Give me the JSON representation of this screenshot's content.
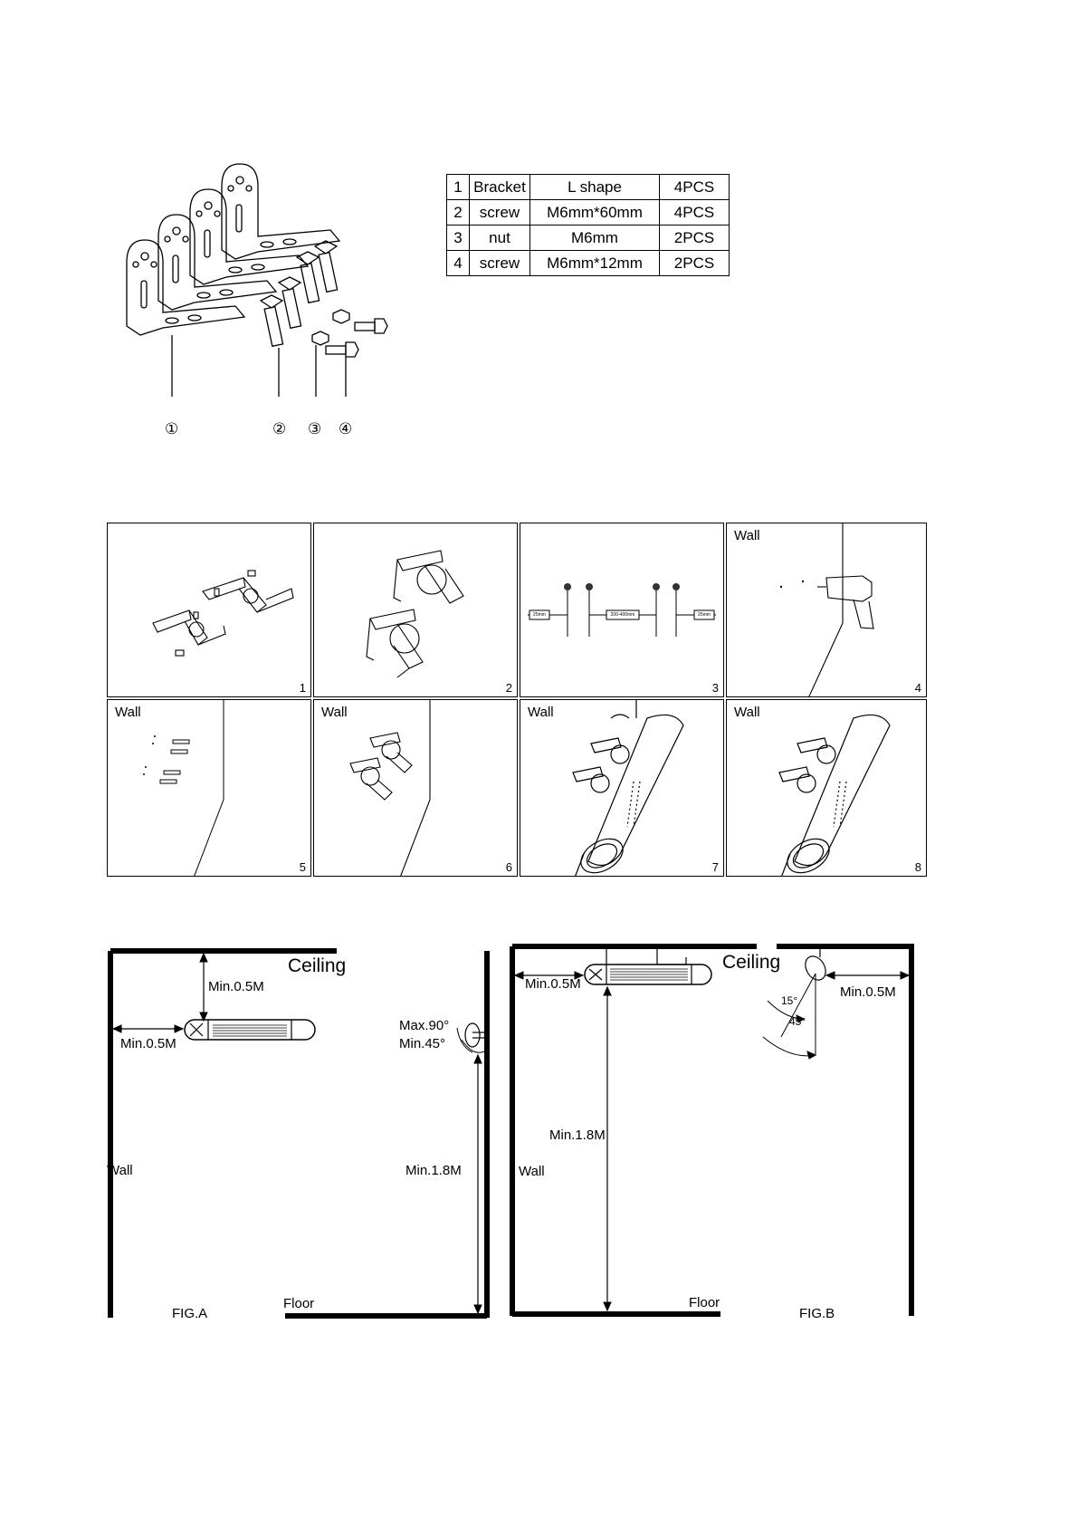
{
  "parts": {
    "callouts": [
      "①",
      "②",
      "③",
      "④"
    ],
    "table": [
      [
        "1",
        "Bracket",
        "L shape",
        "4PCS"
      ],
      [
        "2",
        "screw",
        "M6mm*60mm",
        "4PCS"
      ],
      [
        "3",
        "nut",
        "M6mm",
        "2PCS"
      ],
      [
        "4",
        "screw",
        "M6mm*12mm",
        "2PCS"
      ]
    ]
  },
  "steps": [
    {
      "num": "1",
      "wall": ""
    },
    {
      "num": "2",
      "wall": ""
    },
    {
      "num": "3",
      "wall": ""
    },
    {
      "num": "4",
      "wall": "Wall"
    },
    {
      "num": "5",
      "wall": "Wall"
    },
    {
      "num": "6",
      "wall": "Wall"
    },
    {
      "num": "7",
      "wall": "Wall"
    },
    {
      "num": "8",
      "wall": "Wall"
    }
  ],
  "step3": {
    "left": "25mm",
    "middle": "200-400mm",
    "right": "25mm"
  },
  "figA": {
    "ceiling": "Ceiling",
    "min_top": "Min.0.5M",
    "min_left": "Min.0.5M",
    "max_angle": "Max.90°",
    "min_angle": "Min.45°",
    "wall": "Wall",
    "min_height": "Min.1.8M",
    "floor": "Floor",
    "caption": "FIG.A"
  },
  "figB": {
    "ceiling": "Ceiling",
    "min_left": "Min.0.5M",
    "min_right": "Min.0.5M",
    "angle_small": "15°",
    "angle_large": "45°",
    "wall": "Wall",
    "min_height": "Min.1.8M",
    "floor": "Floor",
    "caption": "FIG.B"
  }
}
